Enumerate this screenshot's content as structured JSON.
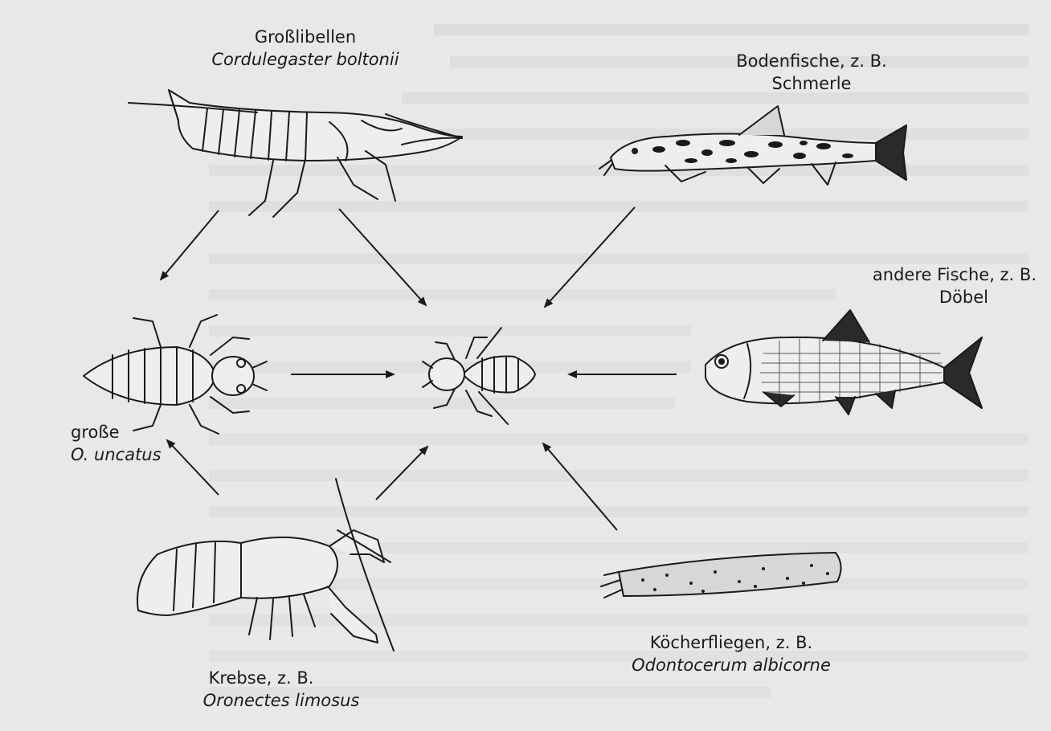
{
  "diagram": {
    "center": {
      "name": ""
    },
    "nodes": [
      {
        "id": "dragonflies",
        "common": "Großlibellen",
        "scientific": "Cordulegaster boltonii",
        "icon": "dragonfly-larva-icon"
      },
      {
        "id": "bottom-fish",
        "common": "Bodenfische, z. B.",
        "scientific": "Schmerle",
        "scientific_italic": false,
        "icon": "loach-fish-icon"
      },
      {
        "id": "large-uncatus",
        "common": "große",
        "scientific": "O. uncatus",
        "icon": "large-beetle-larva-icon"
      },
      {
        "id": "other-fish",
        "common": "andere Fische, z. B.",
        "scientific": "Döbel",
        "scientific_italic": false,
        "icon": "chub-fish-icon"
      },
      {
        "id": "crayfish",
        "common": "Krebse, z. B.",
        "scientific": "Oronectes limosus",
        "icon": "crayfish-icon"
      },
      {
        "id": "caddisflies",
        "common": "Köcherfliegen, z. B.",
        "scientific": "Odontocerum albicorne",
        "icon": "caddisfly-case-icon"
      }
    ],
    "center_icon": "small-larva-icon",
    "colors": {
      "ink": "#1a1a1a",
      "paper": "#e9e8e6",
      "ghost_text": "#c9c8c6"
    }
  }
}
